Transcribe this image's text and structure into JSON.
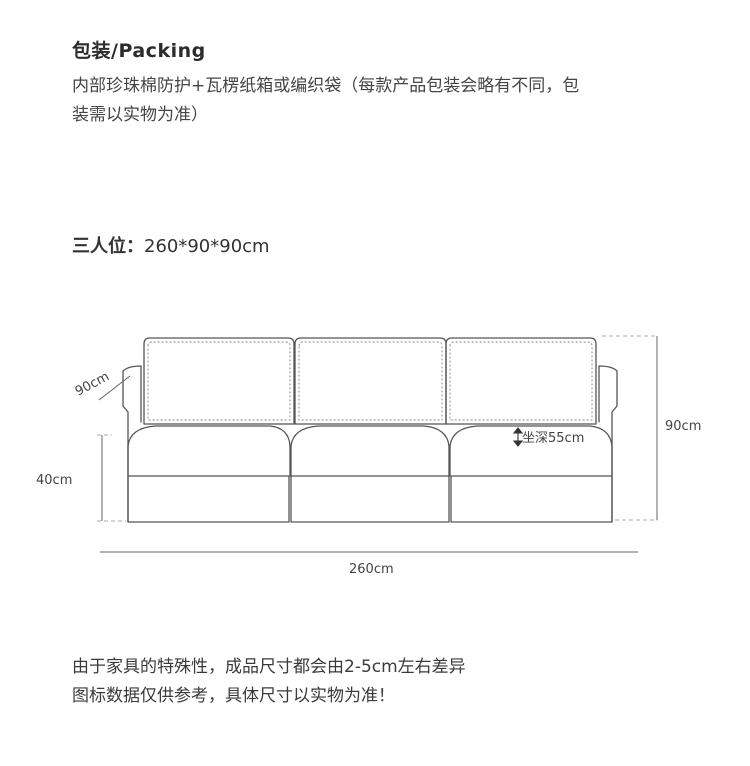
{
  "packing": {
    "title": "包装/Packing",
    "line1": "内部珍珠棉防护+瓦楞纸箱或编织袋（每款产品包装会略有不同，包",
    "line2": "装需以实物为准）"
  },
  "size": {
    "label": "三人位：",
    "value": "260*90*90cm"
  },
  "diagram": {
    "arm_depth": "90cm",
    "seat_height": "40cm",
    "seat_depth": "坐深55cm",
    "total_height": "90cm",
    "total_width": "260cm"
  },
  "note": {
    "line1": "由于家具的特殊性，成品尺寸都会由2-5cm左右差异",
    "line2": "图标数据仅供参考，具体尺寸以实物为准！"
  },
  "colors": {
    "line": "#555555",
    "dim": "#aaaaaa",
    "text": "#333333"
  }
}
